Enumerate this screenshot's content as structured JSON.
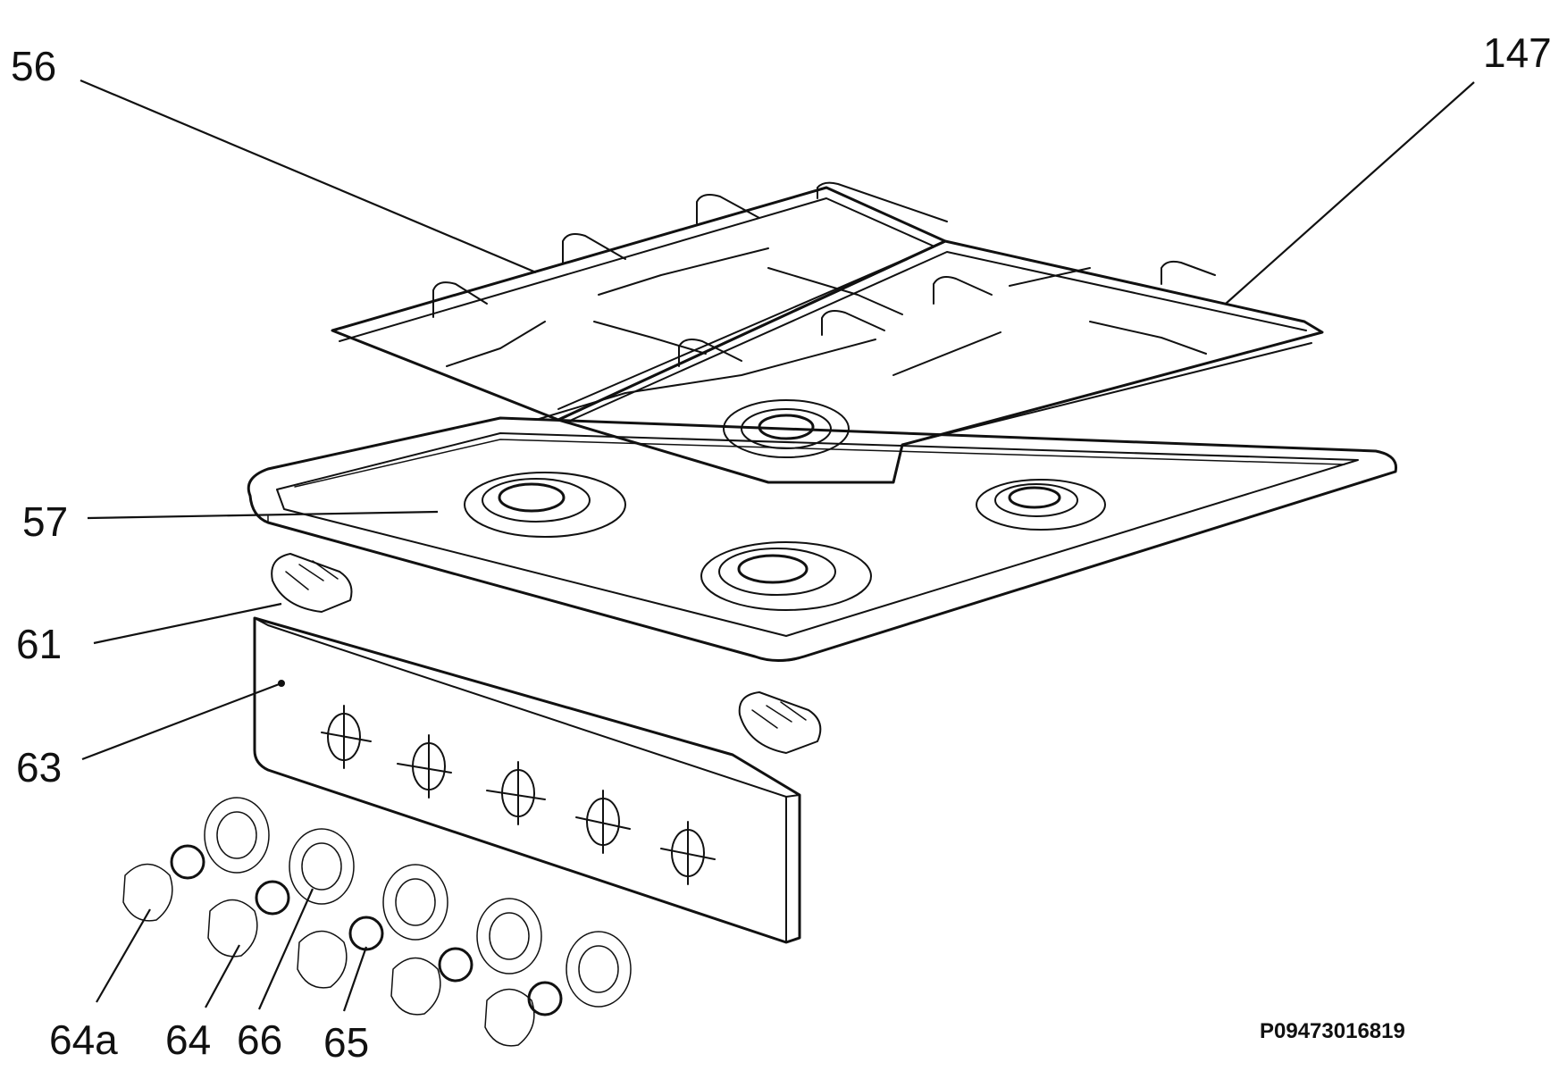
{
  "callouts": {
    "c56": "56",
    "c147": "147",
    "c57": "57",
    "c61": "61",
    "c63": "63",
    "c64a": "64a",
    "c64": "64",
    "c66": "66",
    "c65": "65"
  },
  "drawing_code": "P09473016819"
}
